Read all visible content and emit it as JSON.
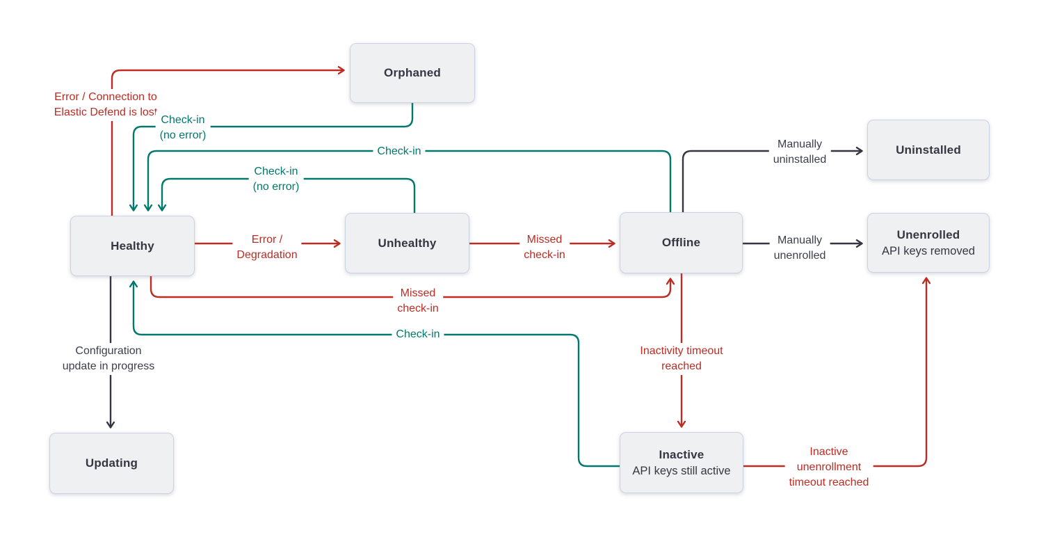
{
  "colors": {
    "error_red": "#bb2c23",
    "checkin_teal": "#00786c",
    "neutral_dark": "#343741",
    "node_fill": "#eef0f2",
    "node_border": "#cbd3e2",
    "node_text": "#343741",
    "canvas_bg": "#ffffff"
  },
  "nodes": {
    "orphaned": {
      "label": "Orphaned"
    },
    "healthy": {
      "label": "Healthy"
    },
    "unhealthy": {
      "label": "Unhealthy"
    },
    "offline": {
      "label": "Offline"
    },
    "uninstalled": {
      "label": "Uninstalled"
    },
    "unenrolled": {
      "label": "Unenrolled",
      "sublabel": "API keys removed"
    },
    "updating": {
      "label": "Updating"
    },
    "inactive": {
      "label": "Inactive",
      "sublabel": "API keys still active"
    }
  },
  "edge_labels": {
    "error_connection": {
      "line1": "Error / Connection to",
      "line2": "Elastic Defend is lost"
    },
    "checkin_from_orphaned": {
      "line1": "Check-in",
      "line2": "(no error)"
    },
    "checkin_from_offline": {
      "line1": "Check-in"
    },
    "checkin_from_unhealthy": {
      "line1": "Check-in",
      "line2": "(no error)"
    },
    "error_degradation": {
      "line1": "Error /",
      "line2": "Degradation"
    },
    "missed_checkin_unhealthy": {
      "line1": "Missed",
      "line2": "check-in"
    },
    "manually_uninstalled": {
      "line1": "Manually",
      "line2": "uninstalled"
    },
    "manually_unenrolled": {
      "line1": "Manually",
      "line2": "unenrolled"
    },
    "missed_checkin_healthy": {
      "line1": "Missed",
      "line2": "check-in"
    },
    "checkin_from_inactive": {
      "line1": "Check-in"
    },
    "configuration_update": {
      "line1": "Configuration",
      "line2": "update in progress"
    },
    "inactivity_timeout": {
      "line1": "Inactivity timeout",
      "line2": "reached"
    },
    "inactive_unenrollment": {
      "line1": "Inactive",
      "line2": "unenrollment",
      "line3": "timeout reached"
    }
  },
  "edges": [
    {
      "from": "healthy",
      "to": "orphaned",
      "label": "Error / Connection to Elastic Defend is lost",
      "color": "red"
    },
    {
      "from": "orphaned",
      "to": "healthy",
      "label": "Check-in (no error)",
      "color": "teal"
    },
    {
      "from": "offline",
      "to": "healthy",
      "label": "Check-in",
      "color": "teal"
    },
    {
      "from": "unhealthy",
      "to": "healthy",
      "label": "Check-in (no error)",
      "color": "teal"
    },
    {
      "from": "healthy",
      "to": "unhealthy",
      "label": "Error / Degradation",
      "color": "red"
    },
    {
      "from": "unhealthy",
      "to": "offline",
      "label": "Missed check-in",
      "color": "red"
    },
    {
      "from": "offline",
      "to": "uninstalled",
      "label": "Manually uninstalled",
      "color": "dark"
    },
    {
      "from": "offline",
      "to": "unenrolled",
      "label": "Manually unenrolled",
      "color": "dark"
    },
    {
      "from": "healthy",
      "to": "offline",
      "label": "Missed check-in",
      "color": "red"
    },
    {
      "from": "inactive",
      "to": "healthy",
      "label": "Check-in",
      "color": "teal"
    },
    {
      "from": "healthy",
      "to": "updating",
      "label": "Configuration update in progress",
      "color": "dark"
    },
    {
      "from": "offline",
      "to": "inactive",
      "label": "Inactivity timeout reached",
      "color": "red"
    },
    {
      "from": "inactive",
      "to": "unenrolled",
      "label": "Inactive unenrollment timeout reached",
      "color": "red"
    }
  ]
}
